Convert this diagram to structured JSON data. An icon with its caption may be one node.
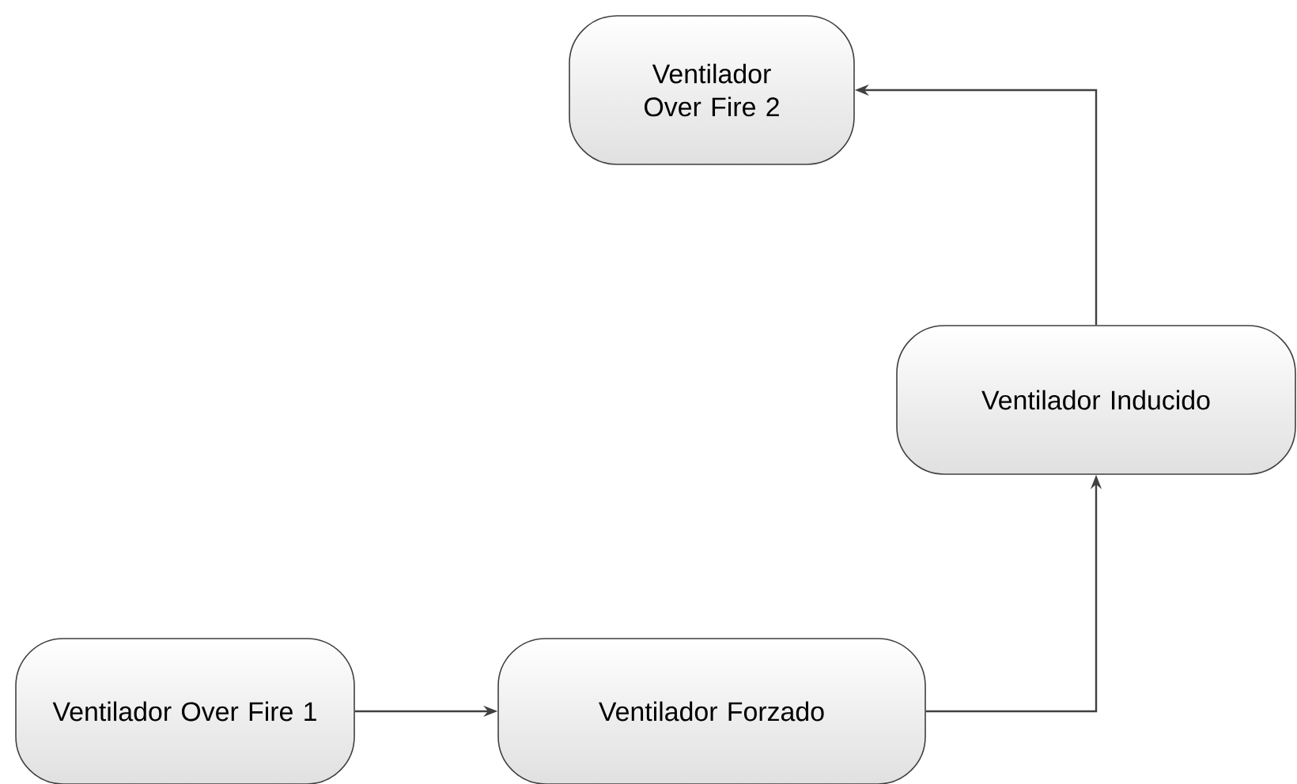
{
  "diagram": {
    "nodes": [
      {
        "text": [
          "Ventilador Over Fire 2"
        ]
      },
      {
        "text": [
          "Ventilador Inducido"
        ]
      },
      {
        "text": [
          "Ventilador Over Fire 1"
        ]
      },
      {
        "text": [
          "Ventilador Forzado"
        ]
      }
    ],
    "edges": [
      {
        "from": 2,
        "to": 3,
        "arrow": "to"
      },
      {
        "from": 3,
        "to": 1,
        "arrow": "to"
      },
      {
        "from": 1,
        "to": 0,
        "arrow": "to"
      }
    ]
  }
}
